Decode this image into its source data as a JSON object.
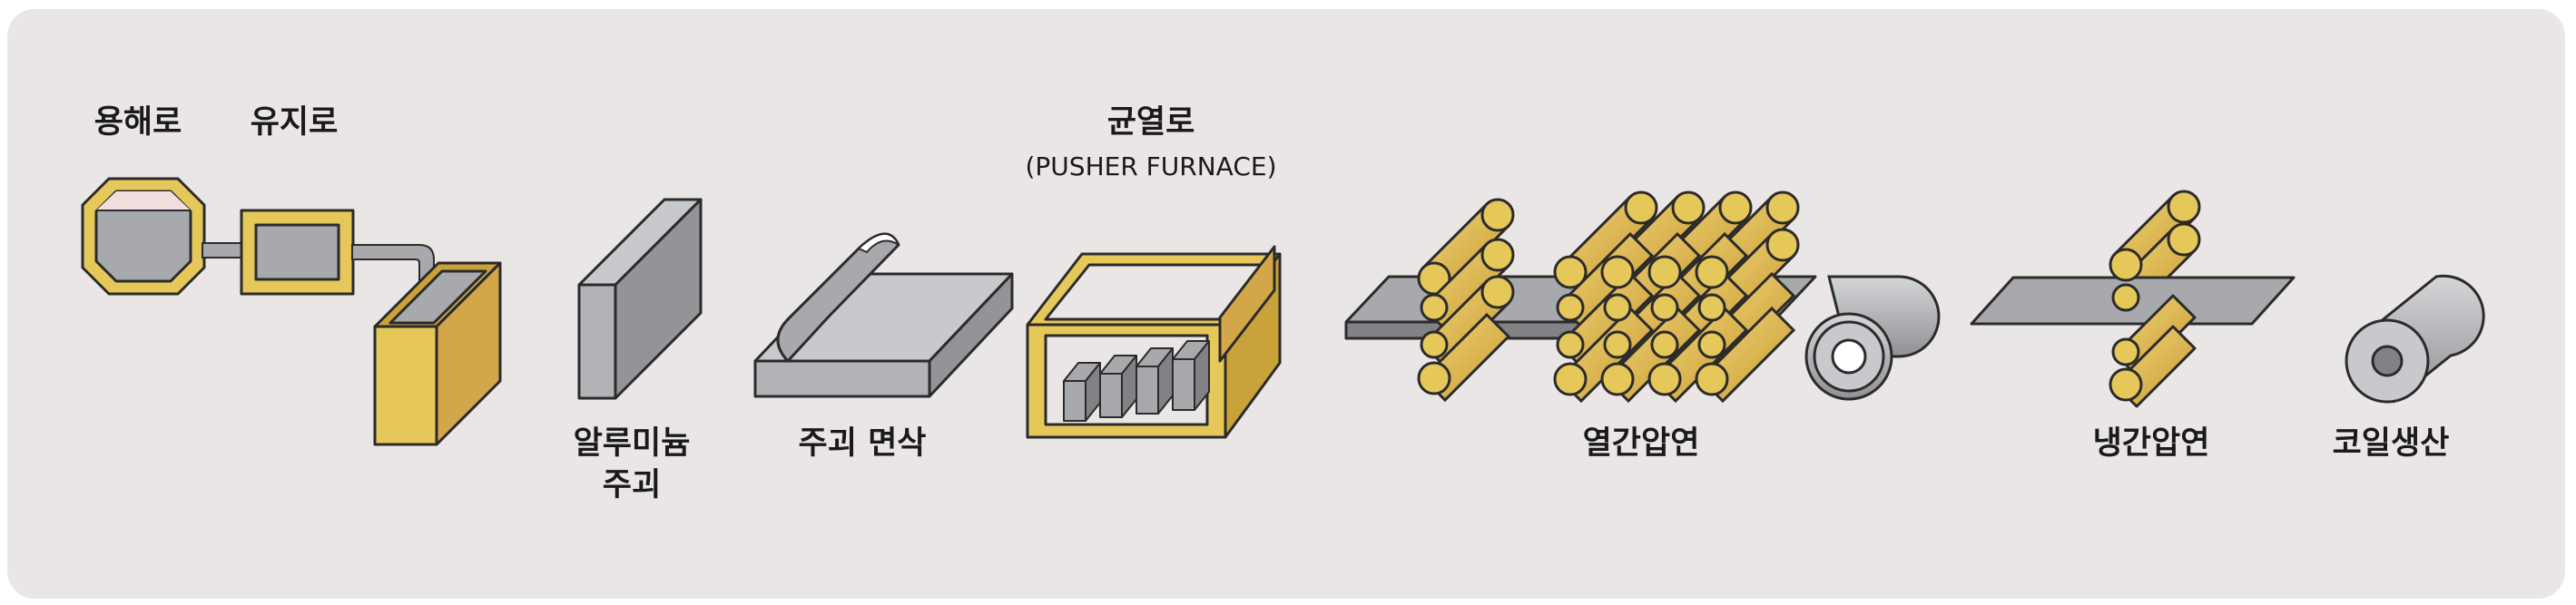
{
  "labels": {
    "melting_furnace": "용해로",
    "holding_furnace": "유지로",
    "casting_line1": "알루미늄",
    "casting_line2": "주괴",
    "scalping": "주괴 면삭",
    "soaking_furnace": "균열로",
    "soaking_furnace_sub": "(PUSHER FURNACE)",
    "hot_rolling": "열간압연",
    "cold_rolling": "냉간압연",
    "coil_production": "코일생산"
  },
  "colors": {
    "background": "#ebe6e6",
    "gold": "#e6c85a",
    "gold_dark": "#c9a23a",
    "gray": "#a7a9ac",
    "gray_light": "#c7c9cc",
    "gray_dark": "#808285",
    "outline": "#2b2b2b"
  }
}
